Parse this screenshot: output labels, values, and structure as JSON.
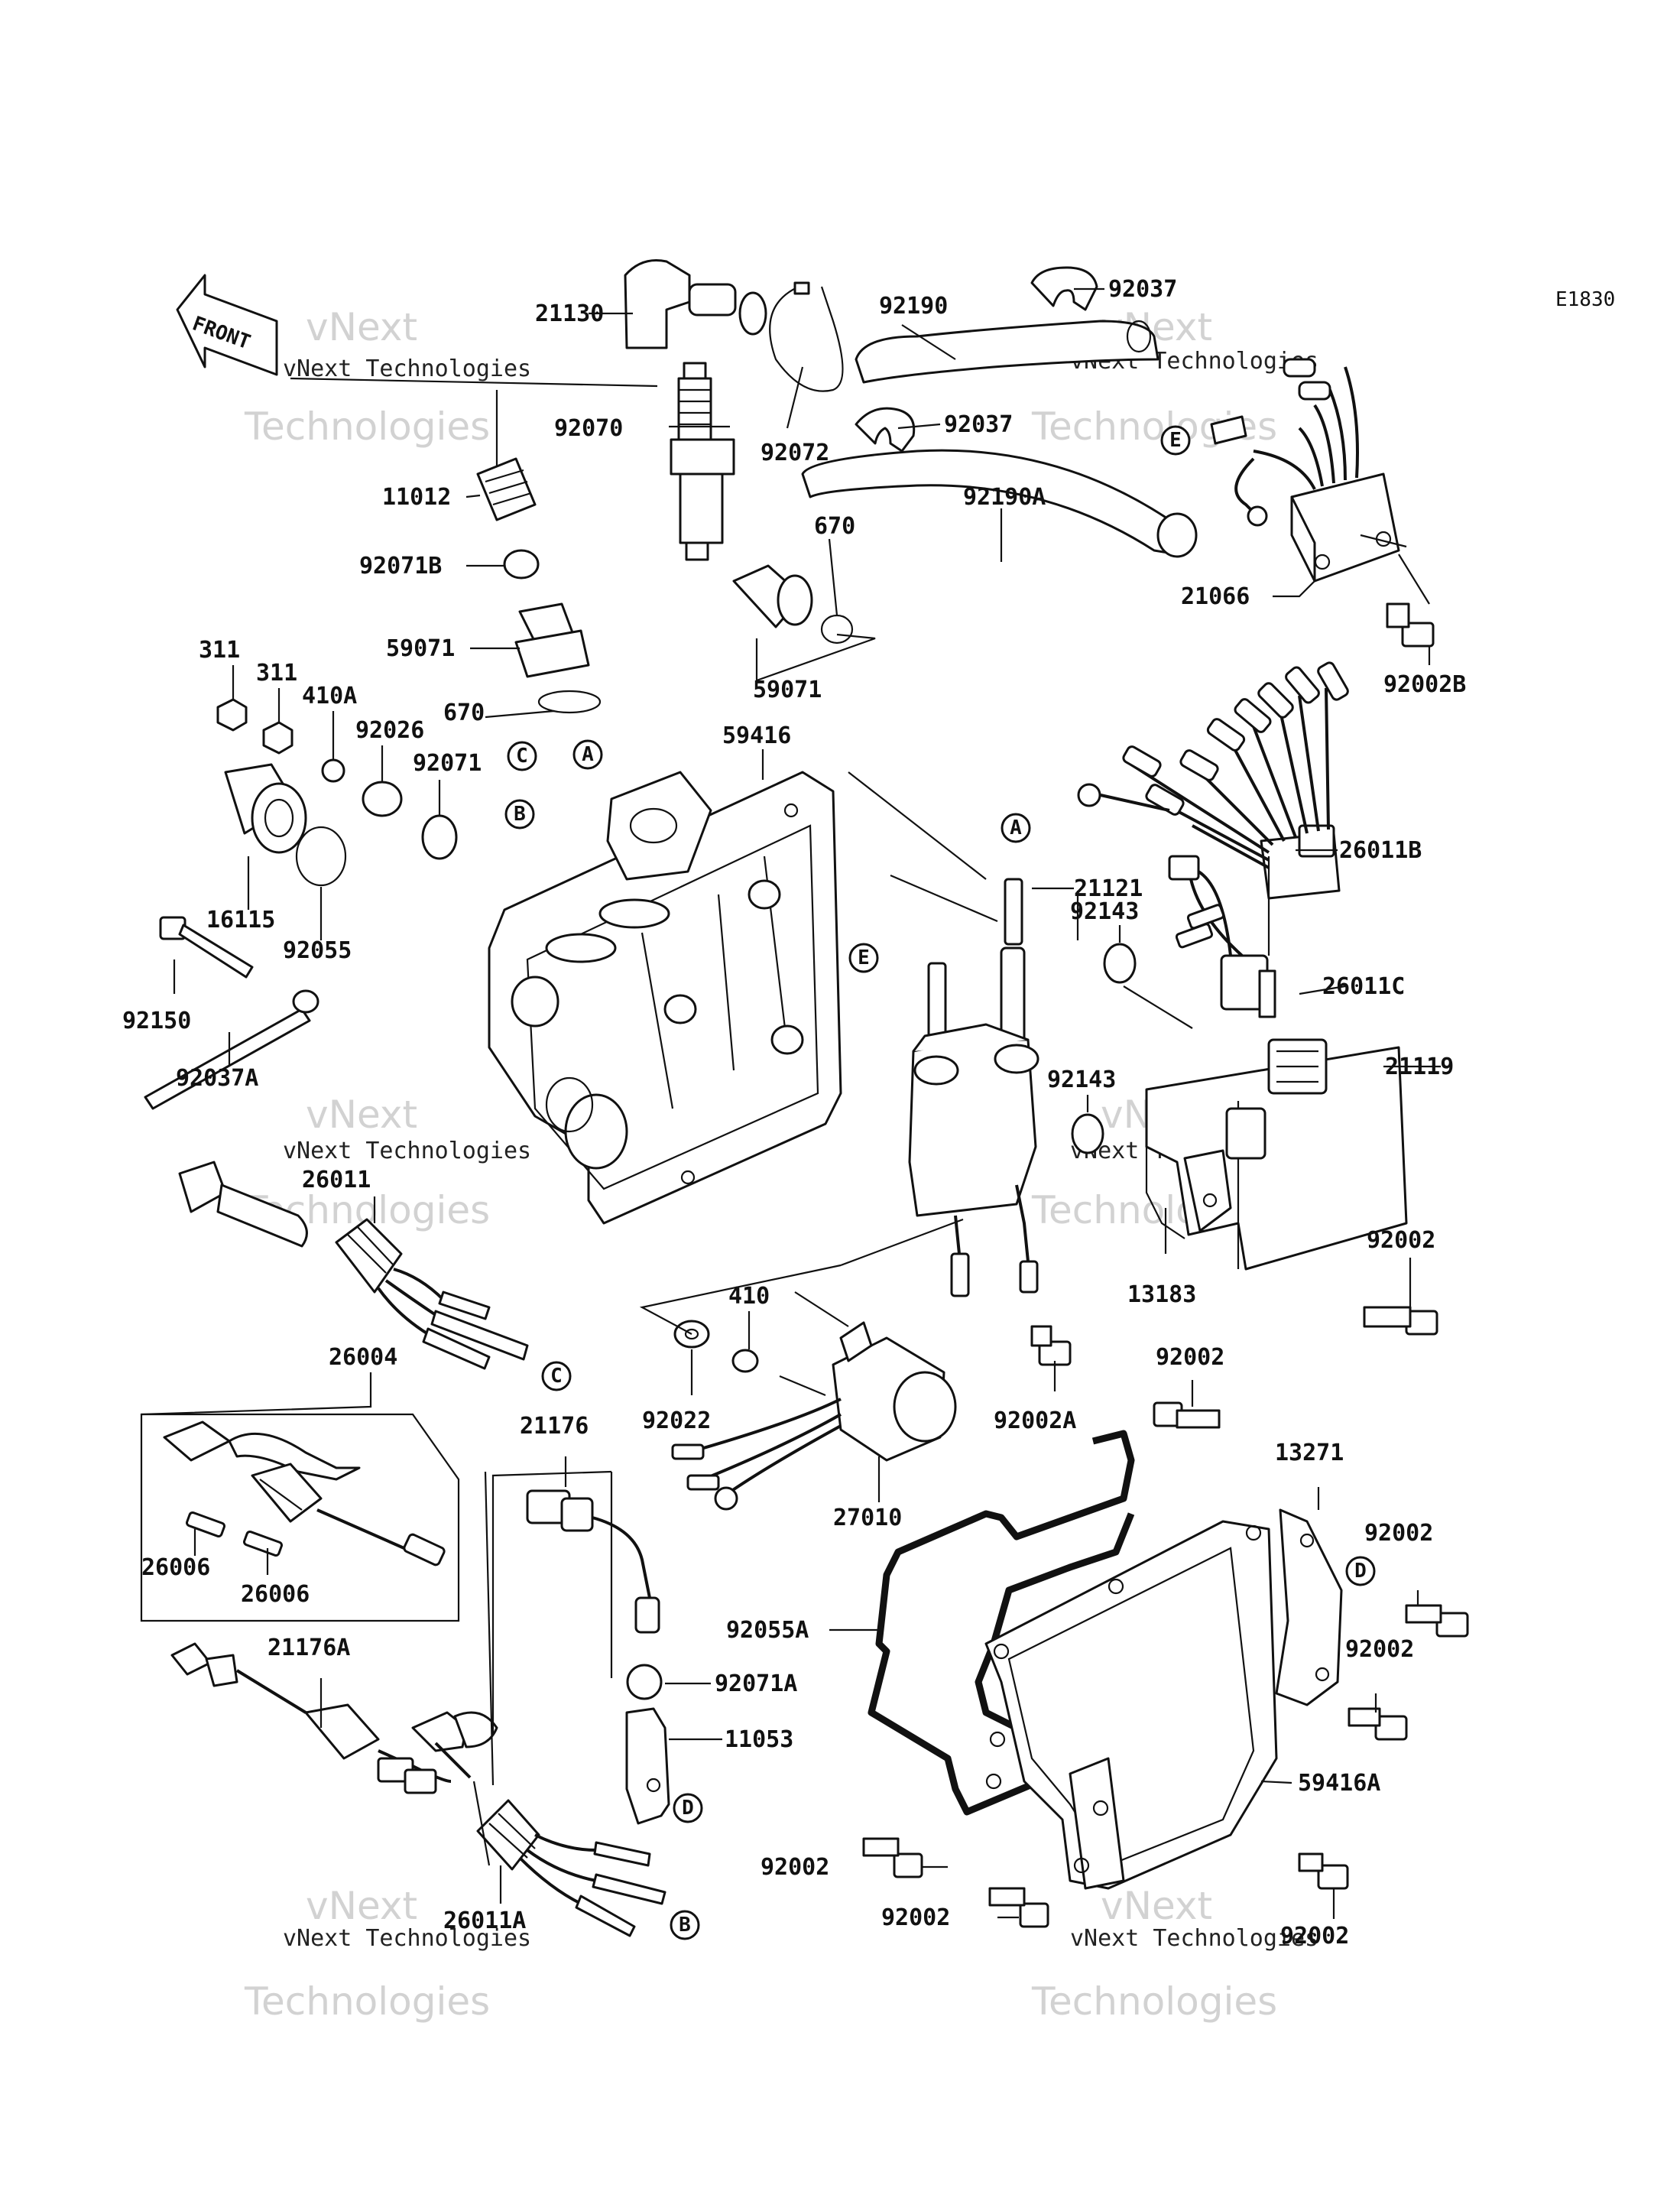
{
  "diagram": {
    "code": "E1830",
    "front_label": "FRONT",
    "watermark": {
      "company": "vNext Technologies",
      "big_top": "vNext",
      "big_bottom": "Technologies"
    },
    "ref_letters": [
      "A",
      "B",
      "C",
      "D",
      "E"
    ],
    "labels": {
      "l21130": "21130",
      "l92070": "92070",
      "l11012": "11012",
      "l92071B": "92071B",
      "l59071a": "59071",
      "l59071b": "59071",
      "l92072": "92072",
      "l670a": "670",
      "l670b": "670",
      "l92190": "92190",
      "l92190A": "92190A",
      "l92037a": "92037",
      "l92037b": "92037",
      "l21066": "21066",
      "l92002B": "92002B",
      "l311a": "311",
      "l311b": "311",
      "l410A": "410A",
      "l92026": "92026",
      "l92071": "92071",
      "l59416": "59416",
      "l16115": "16115",
      "l92055": "92055",
      "l92150": "92150",
      "l92037A": "92037A",
      "l26011": "26011",
      "l21121": "21121",
      "l92143a": "92143",
      "l92143b": "92143",
      "l26011B": "26011B",
      "l26011C": "26011C",
      "l21119": "21119",
      "l92002a": "92002",
      "l13183": "13183",
      "l26004": "26004",
      "l26006a": "26006",
      "l26006b": "26006",
      "l410": "410",
      "l92022": "92022",
      "l92002A": "92002A",
      "l27010": "27010",
      "l21176": "21176",
      "l92002b": "92002",
      "l13271": "13271",
      "l92002c": "92002",
      "l92002d": "92002",
      "l92055A": "92055A",
      "l92071A": "92071A",
      "l11053": "11053",
      "l21176A": "21176A",
      "l26011A": "26011A",
      "l59416A": "59416A",
      "l92002e": "92002",
      "l92002f": "92002",
      "l92002g": "92002"
    }
  }
}
